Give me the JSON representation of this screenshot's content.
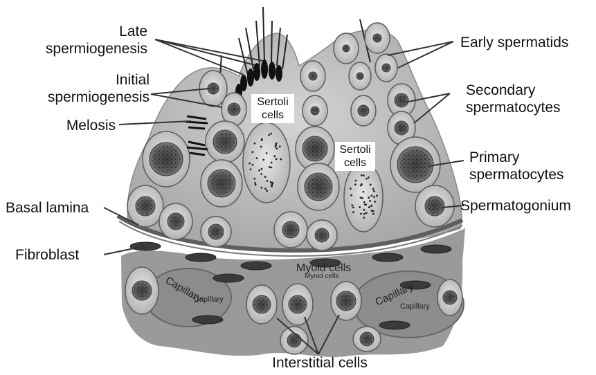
{
  "labels": {
    "late_spermiogenesis": [
      "Late",
      "spermiogenesis"
    ],
    "initial_spermiogenesis": [
      "Initial",
      "spermiogenesis"
    ],
    "meiosis": "Melosis",
    "basal_lamina": "Basal lamina",
    "fibroblast": "Fibroblast",
    "early_spermatids": "Early spermatids",
    "secondary_spermatocytes": [
      "Secondary",
      "spermatocytes"
    ],
    "primary_spermatocytes": [
      "Primary",
      "spermatocytes"
    ],
    "spermatogonium": "Spermatogonium",
    "interstitial_cells": "Interstitial cells",
    "sertoli_cells_1": [
      "Sertoli",
      "cells"
    ],
    "sertoli_cells_2": [
      "Sertoli",
      "cells"
    ]
  },
  "inline_labels": {
    "myoid_cells": "Myoid cells",
    "myoid_cells_faint": "Myoid cells",
    "capillary_left": "Capillary",
    "capillary_left_faint": "Capillary",
    "capillary_right": "Capillary",
    "capillary_right_faint": "Capillary"
  },
  "colors": {
    "tissue": "#c9c9c9",
    "cell_fill": "#d8d8d8",
    "nucleus": "#555555",
    "basal": "#6a6a6a",
    "line": "#333333"
  }
}
